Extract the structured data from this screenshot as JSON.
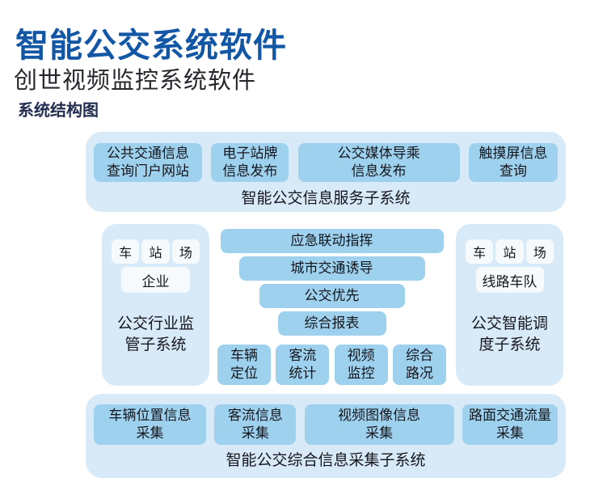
{
  "page": {
    "title": "智能公交系统软件",
    "subtitle": "创世视频监控系统软件",
    "diagram_caption": "系统结构图"
  },
  "colors": {
    "title_blue": "#1257a6",
    "container_light_blue": "#d8eaf7",
    "box_blue": "#9ed1ed",
    "chip_white": "#f7fafd",
    "text_dark": "#15161d",
    "caption_navy": "#242e52"
  },
  "top_section": {
    "label": "智能公交信息服务子系统",
    "boxes": [
      "公共交通信息\n查询门户网站",
      "电子站牌\n信息发布",
      "公交媒体导乘\n信息发布",
      "触摸屏信息\n查询"
    ]
  },
  "left_section": {
    "tags": [
      "车",
      "站",
      "场"
    ],
    "box": "企业",
    "label": "公交行业监\n管子系统"
  },
  "center_section": {
    "stack": [
      "应急联动指挥",
      "城市交通诱导",
      "公交优先",
      "综合报表"
    ],
    "row": [
      "车辆\n定位",
      "客流\n统计",
      "视频\n监控",
      "综合\n路况"
    ]
  },
  "right_section": {
    "tags": [
      "车",
      "站",
      "场"
    ],
    "box": "线路车队",
    "label": "公交智能调\n度子系统"
  },
  "bottom_section": {
    "label": "智能公交综合信息采集子系统",
    "boxes": [
      "车辆位置信息\n采集",
      "客流信息\n采集",
      "视频图像信息\n采集",
      "路面交通流量\n采集"
    ]
  }
}
